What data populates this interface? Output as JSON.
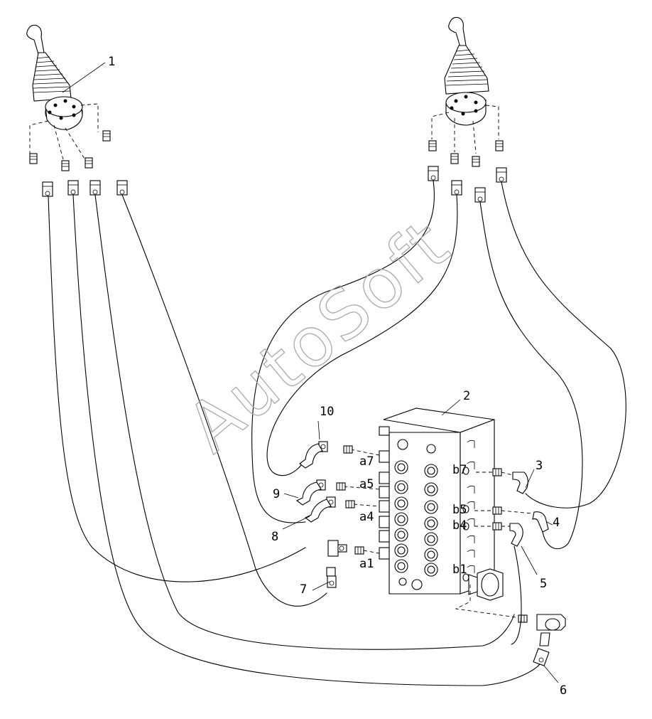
{
  "watermark": "AutoSoft",
  "callouts": [
    "1",
    "2",
    "3",
    "4",
    "5",
    "6",
    "7",
    "8",
    "9",
    "10"
  ],
  "port_labels": [
    "a7",
    "a5",
    "a4",
    "a1",
    "b7",
    "b5",
    "b4",
    "b1"
  ]
}
